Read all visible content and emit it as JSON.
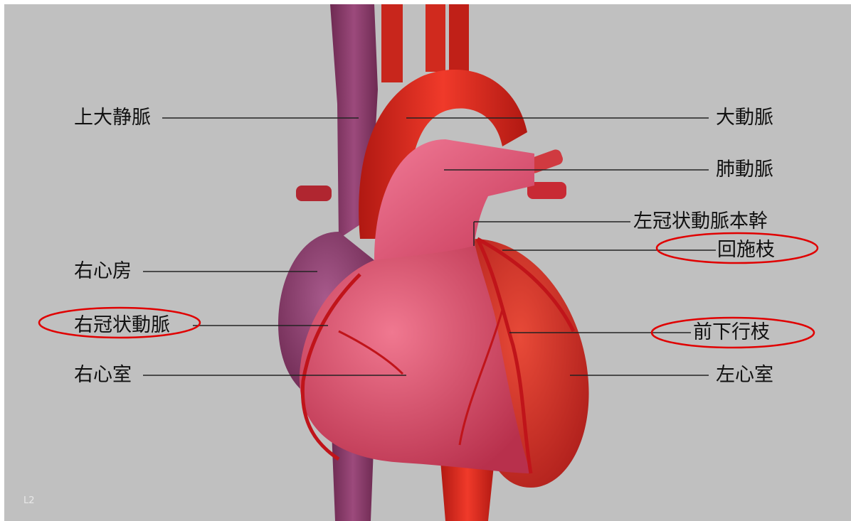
{
  "labels": {
    "superior_vena_cava": "上大静脈",
    "aorta": "大動脈",
    "pulmonary_artery": "肺動脈",
    "left_main_coronary": "左冠状動脈本幹",
    "circumflex_branch": "回施枝",
    "right_atrium": "右心房",
    "right_coronary_artery": "右冠状動脈",
    "anterior_descending_branch": "前下行枝",
    "right_ventricle": "右心室",
    "left_ventricle": "左心室"
  },
  "corner_label": "L2",
  "colors": {
    "background": "#c0c0c0",
    "highlight_ellipse": "#e00000",
    "aorta": "#d8231a",
    "vein": "#8c3a6a",
    "heart": "#d6405e",
    "left_ventricle": "#c82a22"
  }
}
